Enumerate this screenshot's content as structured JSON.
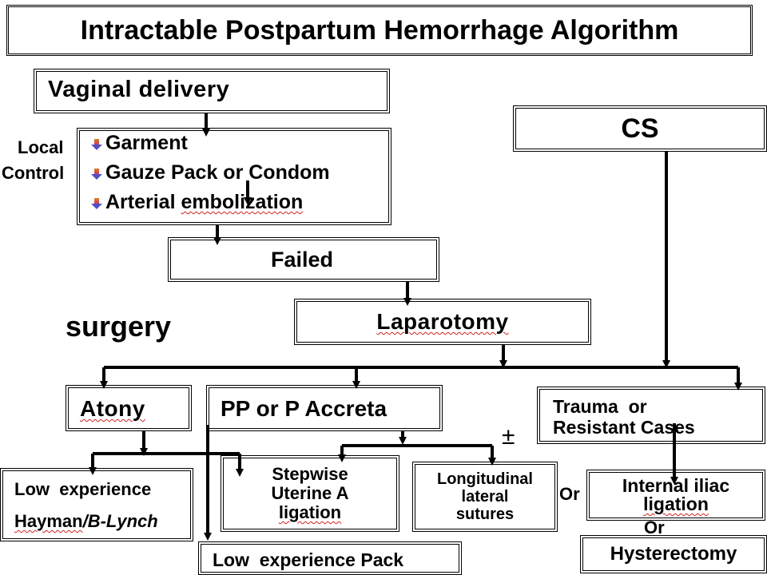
{
  "title": "Intractable Postpartum Hemorrhage Algorithm",
  "vaginal_delivery": "Vaginal delivery",
  "cs": "CS",
  "local_control_label_1": "Local",
  "local_control_label_2": "Control",
  "local_control_items": [
    "Garment",
    "Gauze Pack or Condom",
    "Arterial ",
    "embolization"
  ],
  "failed": "Failed",
  "laparotomy": "Laparotomy",
  "surgery": "surgery",
  "atony": "Atony",
  "pp_accreta": "PP or P Accreta",
  "trauma_1": "Trauma  or",
  "trauma_2": "Resistant Cases",
  "low_exp_1": "Low  experience",
  "low_exp_2_a": "Hayman",
  "low_exp_2_b": "/B-Lynch",
  "stepwise_1": "Stepwise",
  "stepwise_2": "Uterine A",
  "stepwise_3": "ligation",
  "plus_minus": "±",
  "longitudinal_1": "Longitudinal",
  "longitudinal_2": "lateral",
  "longitudinal_3": "sutures",
  "or_1": "Or",
  "iliac_1": "Internal iliac",
  "iliac_2": "ligation",
  "or_2": "Or",
  "low_exp_pack": "Low  experience Pack",
  "hysterectomy": "Hysterectomy",
  "colors": {
    "line": "#000000",
    "wavy": "#d02020",
    "background": "#ffffff"
  }
}
